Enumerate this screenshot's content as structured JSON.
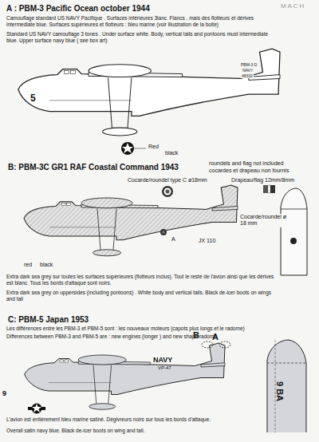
{
  "diagram": {
    "labels": [
      "M A C H",
      "A : PBM-3  Pacific Ocean october 1944",
      "Camouflage standard  US NAVY Pacifique . Surfaces inférieures 3lanc. Flancs , mais des flotteurs et dérives intermediate blue. Surfaces supérieures et flotteurs : bleu marine (voir illustration de la boite)",
      "Standard US NAVY camouflage 3 tones . Under surface white. Body, vertical tails and pontoons must intermediate blue. Upper surface navy blue ( see box art)",
      "PBM-3 D",
      "NAVY",
      "48332",
      "5",
      "Red",
      "black",
      "B: PBM-3C  GR1 RAF Coastal Command  1943",
      "roundels and flag not included",
      "cocardes et drapeau non fournis",
      "Cocarde/roundel type C ø18mm",
      "Drapeau/flag 12mm/8mm",
      "A",
      "JX 110",
      "red",
      "black",
      "Cocarde/roundel ø 18 mm",
      "Extra dark sea grey sur toutes les surfaces supérieures (flotteurs inclus). Tout le reste de l'avion ainsi que les dérives est blanc. Tous les bords d'attaque sont noirs.",
      "Extra dark sea grey on uppersides (including pontoons) . White body and vertical tails. Black de-icer boots on wings and tail",
      "C: PBM-5 Japan 1953",
      "Les différences entre les PBM-3 et PBM-5 sont : les nouveaux moteurs (capots plus longs et le radome)",
      "Differences between PBM-3 and PBM-5 are : new engines (longer ) and new shape radome",
      "NAVY",
      "VP-47",
      "B",
      "A",
      "9",
      "9 BA",
      "L'avion est entièrement bleu marine satiné. Dégivreurs noirs sur tous les bords d'attaque.",
      "Overall satin navy blue. Black de-icer boots on wing and tail."
    ]
  }
}
